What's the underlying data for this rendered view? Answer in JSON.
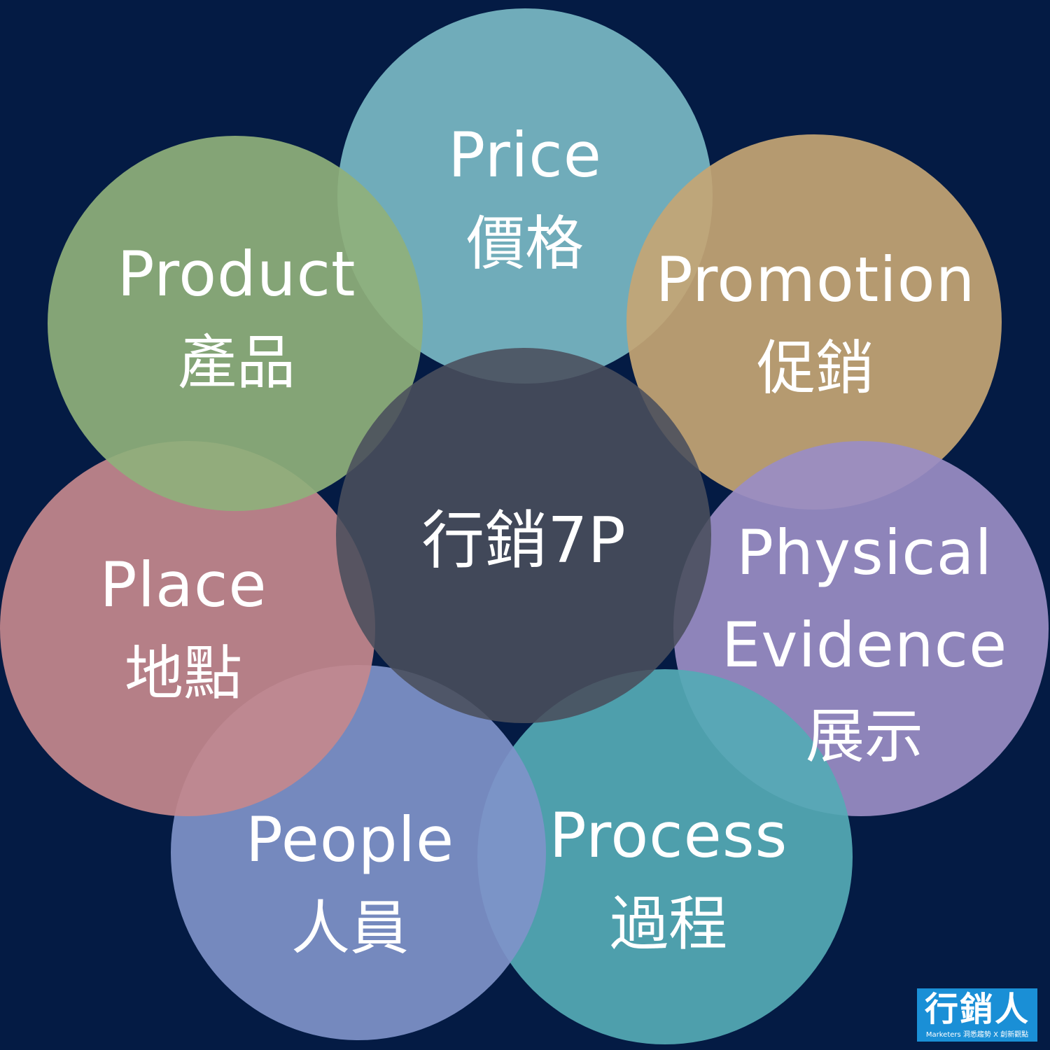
{
  "center": {
    "label": "行銷7P",
    "color": "#4a4f5c"
  },
  "nodes": [
    {
      "id": "price",
      "en": "Price",
      "zh": "價格",
      "color": "#7ab8c4"
    },
    {
      "id": "promotion",
      "en": "Promotion",
      "zh": "促銷",
      "color": "#c4a574"
    },
    {
      "id": "physical-evidence",
      "en": "Physical Evidence",
      "en_lines": [
        "Physical",
        "Evidence"
      ],
      "zh": "展示",
      "color": "#9a8dc4"
    },
    {
      "id": "process",
      "en": "Process",
      "zh": "過程",
      "color": "#55aab5"
    },
    {
      "id": "people",
      "en": "People",
      "zh": "人員",
      "color": "#7f92c9"
    },
    {
      "id": "place",
      "en": "Place",
      "zh": "地點",
      "color": "#c4888d"
    },
    {
      "id": "product",
      "en": "Product",
      "zh": "產品",
      "color": "#8fb07b"
    }
  ],
  "logo": {
    "text": "行銷人",
    "tagline": "Marketers 洞悉趨勢 X 創新觀點",
    "color": "#1a8fd6"
  },
  "background": "#041b44"
}
